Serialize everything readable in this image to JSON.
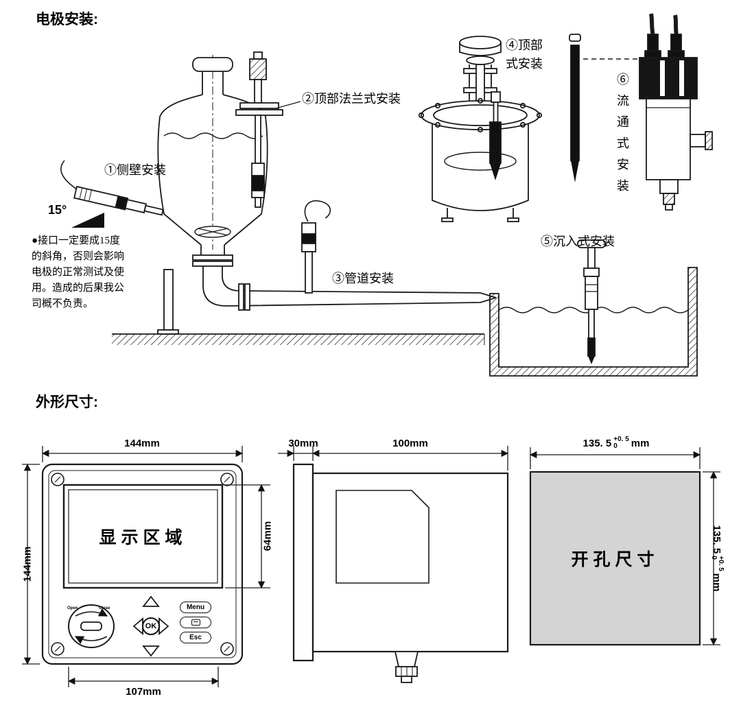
{
  "sections": {
    "installation_title": "电极安装:",
    "dimensions_title": "外形尺寸:"
  },
  "installation": {
    "label_side_wall": "①侧壁安装",
    "label_top_flange": "②顶部法兰式安装",
    "label_pipeline": "③管道安装",
    "label_top_line1": "④顶部",
    "label_top_line2": "式安装",
    "label_immersion": "⑤沉入式安装",
    "label_flow_through": "⑥流通式安装",
    "angle": "15°",
    "warning_lines": [
      "●接口一定要成15度",
      "的斜角，否则会影响",
      "电极的正常测试及使",
      "用。造成的后果我公",
      "司概不负责。"
    ]
  },
  "front_view": {
    "width": "144mm",
    "height": "144mm",
    "display_label": "显示区域",
    "display_height": "64mm",
    "bottom_width": "107mm",
    "btn_menu": "Menu",
    "btn_ok": "OK",
    "btn_esc": "Esc",
    "knob_open": "Open",
    "knob_close": "Close"
  },
  "side_view": {
    "panel_depth": "30mm",
    "body_depth": "100mm"
  },
  "cutout": {
    "label": "开孔尺寸",
    "dim_value": "135. 5",
    "dim_tol_plus": "+0. 5",
    "dim_tol_minus": "0",
    "dim_unit": "mm"
  }
}
